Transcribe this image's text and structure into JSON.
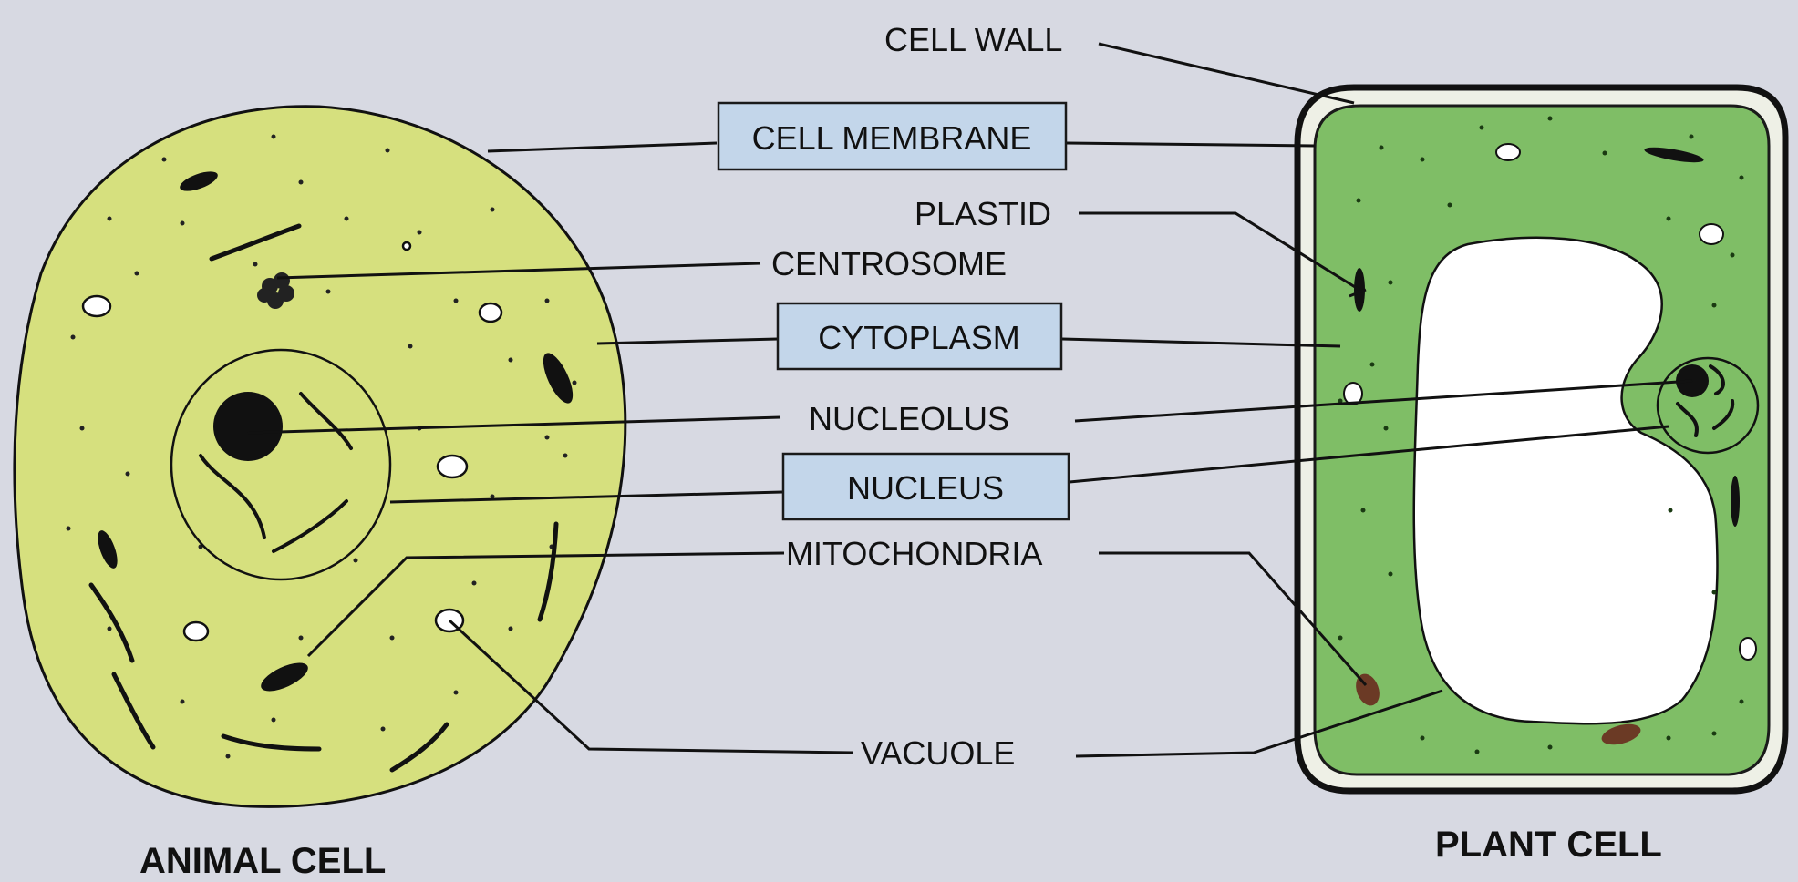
{
  "diagram": {
    "cells": {
      "animal": {
        "title": "ANIMAL CELL"
      },
      "plant": {
        "title": "PLANT CELL"
      }
    },
    "labels": {
      "cell_wall": "CELL WALL",
      "cell_membrane": "CELL MEMBRANE",
      "plastid": "PLASTID",
      "centrosome": "CENTROSOME",
      "cytoplasm": "CYTOPLASM",
      "nucleolus": "NUCLEOLUS",
      "nucleus": "NUCLEUS",
      "mitochondria": "MITOCHONDRIA",
      "vacuole": "VACUOLE"
    },
    "boxed_labels": [
      "cell_membrane",
      "cytoplasm",
      "nucleus"
    ],
    "colors": {
      "background": "#d7d9e2",
      "animal_cytoplasm": "#d6e07e",
      "plant_cytoplasm": "#7fbe66",
      "label_box": "#c3d6ea",
      "vacuole_fill": "#ffffff",
      "outline": "#111111"
    }
  }
}
